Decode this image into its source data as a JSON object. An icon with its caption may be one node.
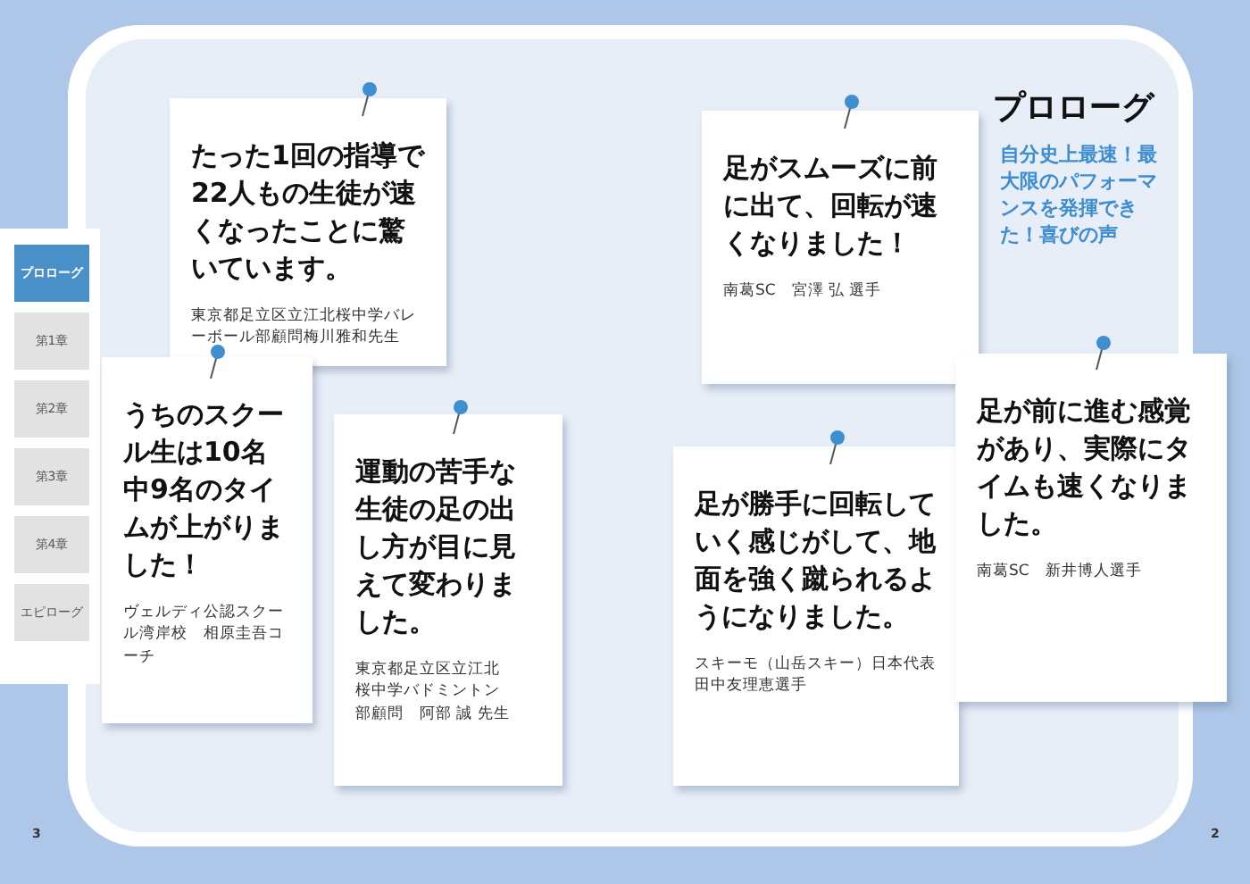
{
  "diagram": {
    "title": "プロローグ",
    "nodes": [
      {
        "text": [
          "たった1回の指導で22人もの生徒が速くなったことに驚いています。",
          "東京都足立区立江北桜中学バレーボール部顧問梅川雅和先生"
        ]
      },
      {
        "text": [
          "うちのスクール生は10名中9名のタイムが上がりました！",
          "ヴェルディ公認スクール湾岸校　相原圭吾コーチ"
        ]
      },
      {
        "text": [
          "運動の苦手な生徒の足の出し方が目に見えて変わりました。",
          "東京都足立区立江北桜中学バドミントン部顧問　阿部 誠 先生"
        ]
      },
      {
        "text": [
          "足がスムーズに前に出て、回転が速くなりました！",
          "南葛SC　宮澤 弘 選手"
        ]
      },
      {
        "text": [
          "足が勝手に回転していく感じがして、地面を強く蹴られるようになりました。",
          "スキーモ（山岳スキー）日本代表田中友理恵選手"
        ]
      },
      {
        "text": [
          "足が前に進む感覚があり、実際にタイムも速くなりました。",
          "南葛SC　新井博人選手"
        ]
      }
    ],
    "labels": [
      "自分史上最速！最大限のパフォーマンスを発揮できた！喜びの声",
      "プロローグ",
      "第1章",
      "第2章",
      "第3章",
      "第4章",
      "エピローグ",
      "3",
      "2"
    ]
  }
}
